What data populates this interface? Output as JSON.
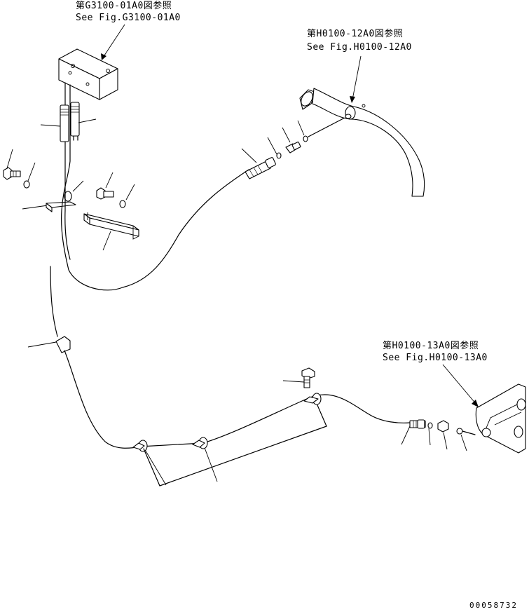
{
  "references": [
    {
      "line1": "第G3100-01A0図参照",
      "line2": "See Fig.G3100-01A0"
    },
    {
      "line1": "第H0100-12A0図参照",
      "line2": "See Fig.H0100-12A0"
    },
    {
      "line1": "第H0100-13A0図参照",
      "line2": "See Fig.H0100-13A0"
    }
  ],
  "document_number": "00058732"
}
